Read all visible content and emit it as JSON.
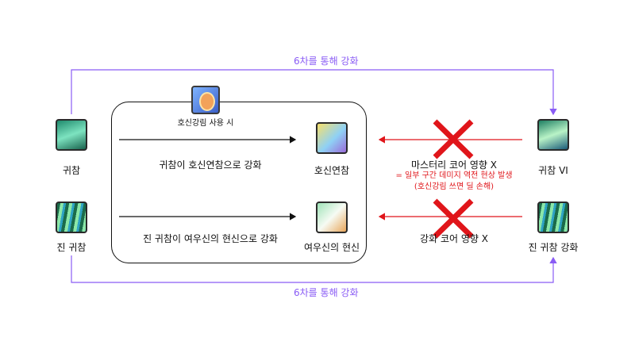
{
  "top_flow": {
    "label": "6차를 통해 강화"
  },
  "bottom_flow": {
    "label": "6차를 통해 강화"
  },
  "skill_icon": {
    "caption": "호신강림 사용 시"
  },
  "left_nodes": [
    {
      "name": "귀참"
    },
    {
      "name": "진 귀참"
    }
  ],
  "middle_nodes": [
    {
      "name": "호신연참"
    },
    {
      "name": "여우신의 현신"
    }
  ],
  "right_nodes": [
    {
      "name": "귀참 VI"
    },
    {
      "name": "진 귀참 강화"
    }
  ],
  "inner_edges": [
    {
      "label": "귀참이 호신연참으로 강화"
    },
    {
      "label": "진 귀참이 여우신의 현신으로 강화"
    }
  ],
  "blocked_edges": [
    {
      "label": "마스터리 코어 영향 X",
      "note_line1": "= 일부 구간 데미지 역전 현상 발생",
      "note_line2": "(호신강림 쓰면 딜 손해)"
    },
    {
      "label": "강화 코어 영향 X"
    }
  ],
  "colors": {
    "purple": "#8a5cf5",
    "red": "#e0151a",
    "black": "#111111"
  }
}
